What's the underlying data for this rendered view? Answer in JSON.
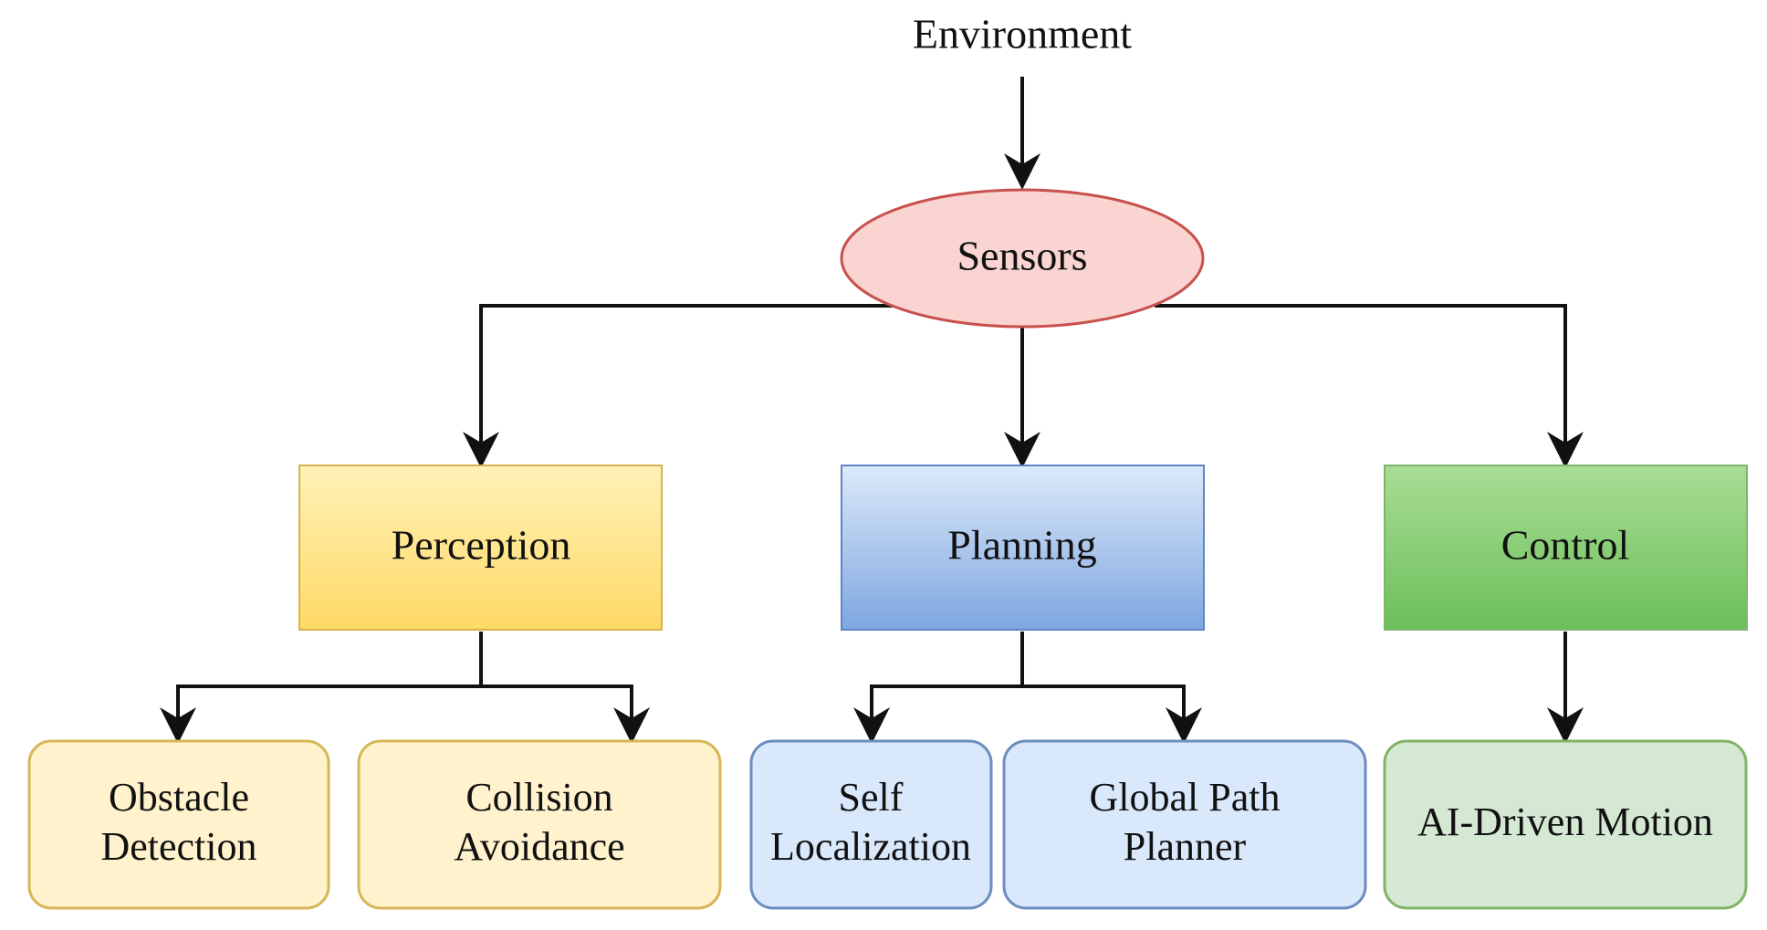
{
  "diagram": {
    "source": "Environment",
    "hub": "Sensors",
    "modules": [
      {
        "name": "Perception",
        "children": [
          {
            "lines": [
              "Obstacle",
              "Detection"
            ]
          },
          {
            "lines": [
              "Collision",
              "Avoidance"
            ]
          }
        ]
      },
      {
        "name": "Planning",
        "children": [
          {
            "lines": [
              "Self",
              "Localization"
            ]
          },
          {
            "lines": [
              "Global Path",
              "Planner"
            ]
          }
        ]
      },
      {
        "name": "Control",
        "children": [
          {
            "lines": [
              "AI-Driven Motion"
            ]
          }
        ]
      }
    ]
  },
  "colors": {
    "hub_fill": "#f9d4d1",
    "hub_stroke": "#c8504d",
    "perception_top": "#fff2b8",
    "perception_bottom": "#ffd966",
    "perception_stroke": "#d8b24a",
    "planning_top": "#dce9fa",
    "planning_bottom": "#7ea6e0",
    "planning_stroke": "#5d86c2",
    "control_top": "#a9dd95",
    "control_bottom": "#6cbf5a",
    "control_stroke": "#7fb36e",
    "perception_leaf_fill": "#fff2cc",
    "perception_leaf_stroke": "#d6b656",
    "planning_leaf_fill": "#dae8fc",
    "planning_leaf_stroke": "#6c8ebf",
    "control_leaf_fill": "#d5e8d4",
    "control_leaf_stroke": "#82b366"
  }
}
